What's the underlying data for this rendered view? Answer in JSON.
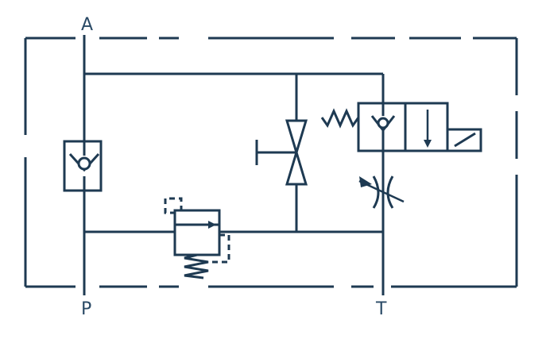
{
  "ports": {
    "a": "A",
    "p": "P",
    "t": "T"
  },
  "colors": {
    "ink": "#1e3a52",
    "label": "#2a4a66",
    "background": "#ffffff"
  },
  "components": [
    "check-valve",
    "pressure-reducing-valve",
    "manual-shutoff-valve",
    "solenoid-directional-valve",
    "adjustable-throttle-valve"
  ]
}
